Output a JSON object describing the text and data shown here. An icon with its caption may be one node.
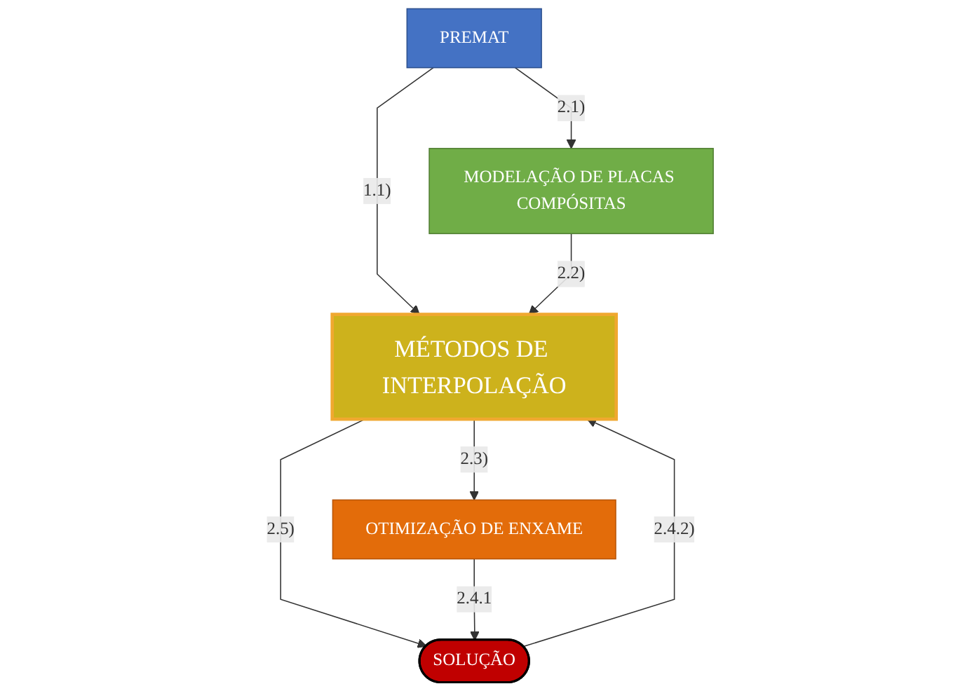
{
  "diagram": {
    "nodes": [
      {
        "text": [
          "PREMAT"
        ]
      },
      {
        "text": [
          "MODELAÇÃO DE PLACAS COMPÓSITAS"
        ]
      },
      {
        "text": [
          "MÉTODOS DE INTERPOLAÇÃO"
        ]
      },
      {
        "text": [
          "OTIMIZAÇÃO DE ENXAME"
        ]
      },
      {
        "text": [
          "SOLUÇÃO"
        ]
      }
    ],
    "edges": [
      {
        "from": 0,
        "to": 1,
        "arrow": "to",
        "label": "2.1)"
      },
      {
        "from": 0,
        "to": 2,
        "arrow": "to",
        "label": "1.1)"
      },
      {
        "from": 1,
        "to": 2,
        "arrow": "to",
        "label": "2.2)"
      },
      {
        "from": 2,
        "to": 3,
        "arrow": "to",
        "label": "2.3)"
      },
      {
        "from": 2,
        "to": 4,
        "arrow": "to",
        "label": "2.5)"
      },
      {
        "from": 3,
        "to": 4,
        "arrow": "to",
        "label": "2.4.1"
      },
      {
        "from": 4,
        "to": 2,
        "arrow": "to",
        "label": "2.4.2)"
      }
    ]
  }
}
